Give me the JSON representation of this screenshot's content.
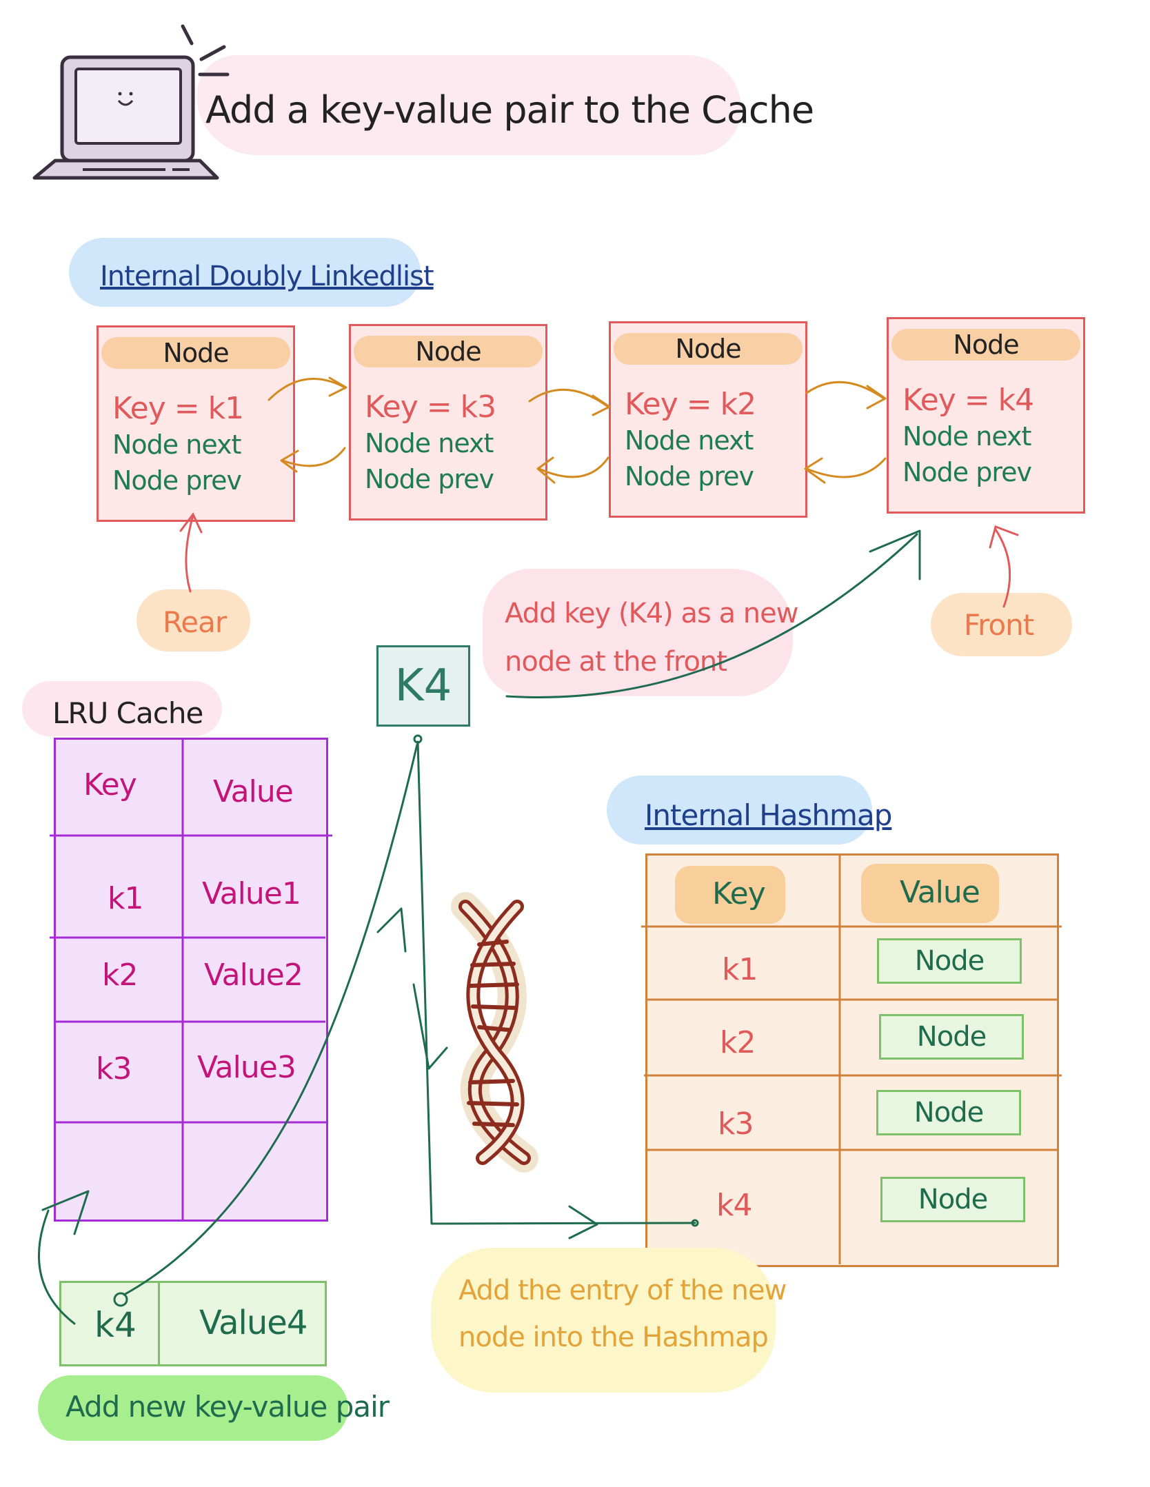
{
  "title": "Add a key-value pair to the Cache",
  "linked_list": {
    "label": "Internal Doubly Linkedlist",
    "nodes": [
      {
        "header": "Node",
        "key": "Key = k1",
        "next": "Node next",
        "prev": "Node prev"
      },
      {
        "header": "Node",
        "key": "Key = k3",
        "next": "Node next",
        "prev": "Node prev"
      },
      {
        "header": "Node",
        "key": "Key = k2",
        "next": "Node next",
        "prev": "Node prev"
      },
      {
        "header": "Node",
        "key": "Key = k4",
        "next": "Node next",
        "prev": "Node prev"
      }
    ],
    "rear_label": "Rear",
    "front_label": "Front",
    "add_note": [
      "Add key (K4) as a new",
      "node at the front"
    ]
  },
  "k4_box": "K4",
  "lru": {
    "label": "LRU Cache",
    "headers": [
      "Key",
      "Value"
    ],
    "rows": [
      {
        "key": "k1",
        "value": "Value1"
      },
      {
        "key": "k2",
        "value": "Value2"
      },
      {
        "key": "k3",
        "value": "Value3"
      },
      {
        "key": "",
        "value": ""
      }
    ]
  },
  "new_pair": {
    "key": "k4",
    "value": "Value4",
    "label": "Add new key-value pair"
  },
  "hashmap": {
    "label": "Internal Hashmap",
    "headers": [
      "Key",
      "Value"
    ],
    "rows": [
      {
        "key": "k1",
        "value": "Node"
      },
      {
        "key": "k2",
        "value": "Node"
      },
      {
        "key": "k3",
        "value": "Node"
      },
      {
        "key": "k4",
        "value": "Node"
      }
    ],
    "add_note": [
      "Add the entry of the new",
      "node into the Hashmap"
    ]
  },
  "colors": {
    "node_border": "#e0595b",
    "node_fill": "#fde7e7",
    "lru_border": "#a52bd6",
    "hashmap_border": "#d0823b",
    "flow_arrow": "#1e6b4e"
  },
  "icons": [
    "laptop-icon",
    "dna-icon"
  ]
}
